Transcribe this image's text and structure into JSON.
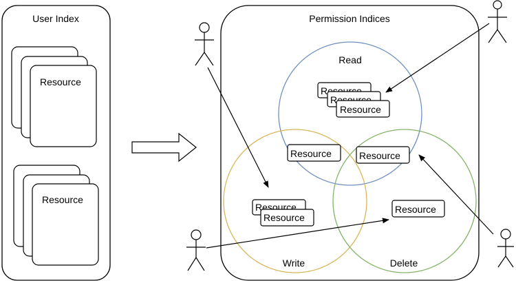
{
  "user_index": {
    "title": "User Index",
    "stack_top_label": "Resource",
    "stack_bottom_label": "Resource"
  },
  "permission_indices": {
    "title": "Permission Indices",
    "circles": {
      "read": {
        "label": "Read",
        "color": "#6c8ebf"
      },
      "write": {
        "label": "Write",
        "color": "#d6b656"
      },
      "delete": {
        "label": "Delete",
        "color": "#82b366"
      }
    },
    "resource_label": "Resource"
  },
  "transform_arrow": {
    "icon": "right-block-arrow-icon"
  },
  "actors": {
    "icon": "stick-figure-icon",
    "count": 4
  }
}
